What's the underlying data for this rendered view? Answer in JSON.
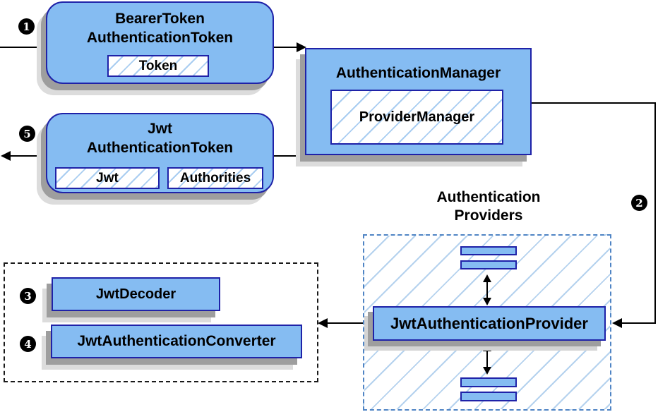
{
  "colors": {
    "node_fill": "#85BCF2",
    "node_border": "#1F22A8",
    "hatch_line": "#A9CDF1",
    "providers_dashed_border": "#4F84C4",
    "outer_dashed_border": "#1A1A1A",
    "shadow_dark": "#9E9E9E",
    "shadow_light": "#DCDCDC",
    "arrow": "#000000",
    "badge_background": "#000000",
    "badge_text": "#FFFFFF",
    "text": "#000000"
  },
  "badges": {
    "step1": "1",
    "step2": "2",
    "step3": "3",
    "step4": "4",
    "step5": "5"
  },
  "nodes": {
    "bearer_token_authentication_token": {
      "title_line1": "BearerToken",
      "title_line2": "AuthenticationToken",
      "token_field": "Token"
    },
    "authentication_manager": {
      "title": "AuthenticationManager",
      "provider_manager_field": "ProviderManager"
    },
    "jwt_authentication_token": {
      "title_line1": "Jwt",
      "title_line2": "AuthenticationToken",
      "jwt_field": "Jwt",
      "authorities_field": "Authorities"
    },
    "authentication_providers": {
      "label_line1": "Authentication",
      "label_line2": "Providers"
    },
    "jwt_authentication_provider": {
      "title": "JwtAuthenticationProvider"
    },
    "jwt_decoder": {
      "title": "JwtDecoder"
    },
    "jwt_authentication_converter": {
      "title": "JwtAuthenticationConverter"
    }
  }
}
